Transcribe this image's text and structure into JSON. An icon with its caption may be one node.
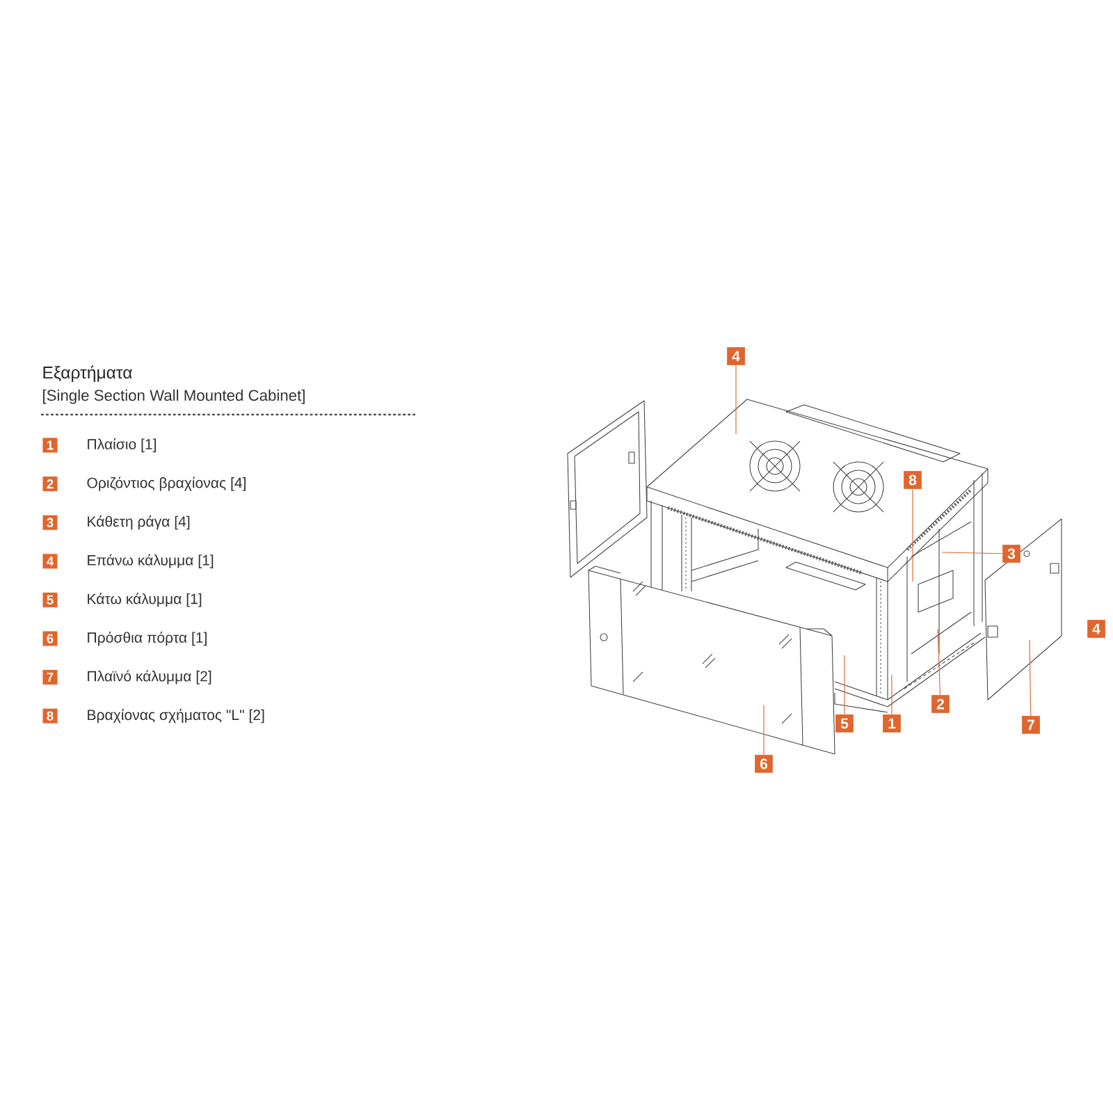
{
  "diagram": {
    "title": "Εξαρτήματα",
    "nodes": [
      {
        "text": [
          "1"
        ],
        "beside": [
          "Πλαίσιο [1]"
        ]
      },
      {
        "text": [
          "2"
        ],
        "beside": [
          "Οριζόντιος βραχίονας [4]"
        ]
      },
      {
        "text": [
          "3"
        ],
        "beside": [
          "Κάθετη ράγα [4]"
        ]
      },
      {
        "text": [
          "4"
        ],
        "beside": [
          "Επάνω κάλυμμα [1]"
        ]
      },
      {
        "text": [
          "5"
        ],
        "beside": [
          "Κάτω κάλυμμα [1]"
        ]
      },
      {
        "text": [
          "6"
        ],
        "beside": [
          "Πρόσθια πόρτα [1]"
        ]
      },
      {
        "text": [
          "7"
        ],
        "beside": [
          "Πλαϊνό κάλυμμα [2]"
        ]
      },
      {
        "text": [
          "8"
        ],
        "beside": [
          "Βραχίονας σχήματος \"L\" [2]"
        ]
      },
      {
        "text": [
          "4"
        ]
      },
      {
        "text": [
          "8"
        ]
      },
      {
        "text": [
          "3"
        ]
      },
      {
        "text": [
          "2"
        ]
      },
      {
        "text": [
          "1"
        ]
      },
      {
        "text": [
          "5"
        ]
      },
      {
        "text": [
          "6"
        ]
      },
      {
        "text": [
          "7"
        ]
      },
      {
        "text": [
          "4"
        ]
      }
    ],
    "edges": [
      {
        "from": 8,
        "to": null,
        "arrow": "none"
      },
      {
        "from": 9,
        "to": null,
        "arrow": "none"
      },
      {
        "from": 10,
        "to": null,
        "arrow": "none"
      },
      {
        "from": 11,
        "to": null,
        "arrow": "none"
      },
      {
        "from": 12,
        "to": null,
        "arrow": "none"
      },
      {
        "from": 13,
        "to": null,
        "arrow": "none"
      },
      {
        "from": 14,
        "to": null,
        "arrow": "none"
      },
      {
        "from": 15,
        "to": null,
        "arrow": "none"
      }
    ],
    "labels": [
      "[Single Section Wall Mounted Cabinet]"
    ]
  }
}
